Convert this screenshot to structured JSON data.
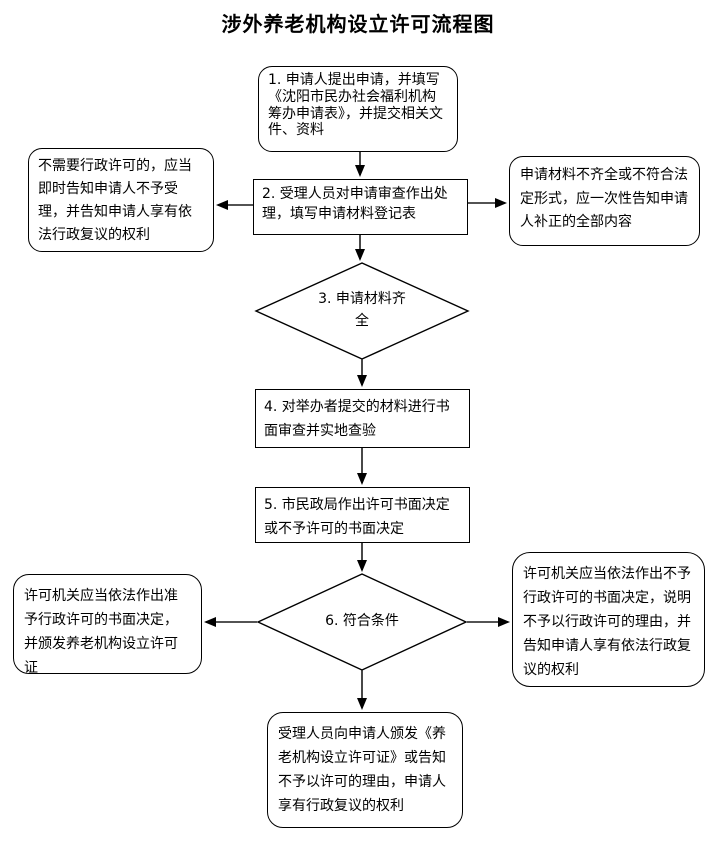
{
  "title": "涉外养老机构设立许可流程图",
  "colors": {
    "line": "#000000",
    "background": "#ffffff",
    "text": "#000000"
  },
  "flowchart": {
    "type": "flowchart",
    "nodes": {
      "step1": {
        "shape": "rounded-rect",
        "text": "1. 申请人提出申请，并填写《沈阳市民办社会福利机构筹办申请表》，并提交相关文件、资料"
      },
      "step2": {
        "shape": "rect",
        "text": "2. 受理人员对申请审查作出处理，填写申请材料登记表"
      },
      "no_permit_needed": {
        "shape": "rounded-rect",
        "text": "不需要行政许可的，应当即时告知申请人不予受理，并告知申请人享有依法行政复议的权利"
      },
      "incomplete_materials": {
        "shape": "rounded-rect",
        "text": "申请材料不齐全或不符合法定形式，应一次性告知申请人补正的全部内容"
      },
      "decision3": {
        "shape": "diamond",
        "text": "3. 申请材料齐全"
      },
      "step4": {
        "shape": "rect",
        "text": "4. 对举办者提交的材料进行书面审查并实地查验"
      },
      "step5": {
        "shape": "rect",
        "text": "5. 市民政局作出许可书面决定或不予许可的书面决定"
      },
      "decision6": {
        "shape": "diamond",
        "text": "6. 符合条件"
      },
      "approved": {
        "shape": "rounded-rect",
        "text": "许可机关应当依法作出准予行政许可的书面决定，并颁发养老机构设立许可证"
      },
      "denied": {
        "shape": "rounded-rect",
        "text": "许可机关应当依法作出不予行政许可的书面决定，说明不予以行政许可的理由，并告知申请人享有依法行政复议的权利"
      },
      "final": {
        "shape": "rounded-rect",
        "text": "受理人员向申请人颁发《养老机构设立许可证》或告知不予以许可的理由，申请人享有行政复议的权利"
      }
    },
    "edges": [
      {
        "from": "step1",
        "to": "step2"
      },
      {
        "from": "step2",
        "to": "no_permit_needed"
      },
      {
        "from": "step2",
        "to": "incomplete_materials"
      },
      {
        "from": "step2",
        "to": "decision3"
      },
      {
        "from": "decision3",
        "to": "step4"
      },
      {
        "from": "step4",
        "to": "step5"
      },
      {
        "from": "step5",
        "to": "decision6"
      },
      {
        "from": "decision6",
        "to": "approved"
      },
      {
        "from": "decision6",
        "to": "denied"
      },
      {
        "from": "decision6",
        "to": "final"
      }
    ]
  }
}
